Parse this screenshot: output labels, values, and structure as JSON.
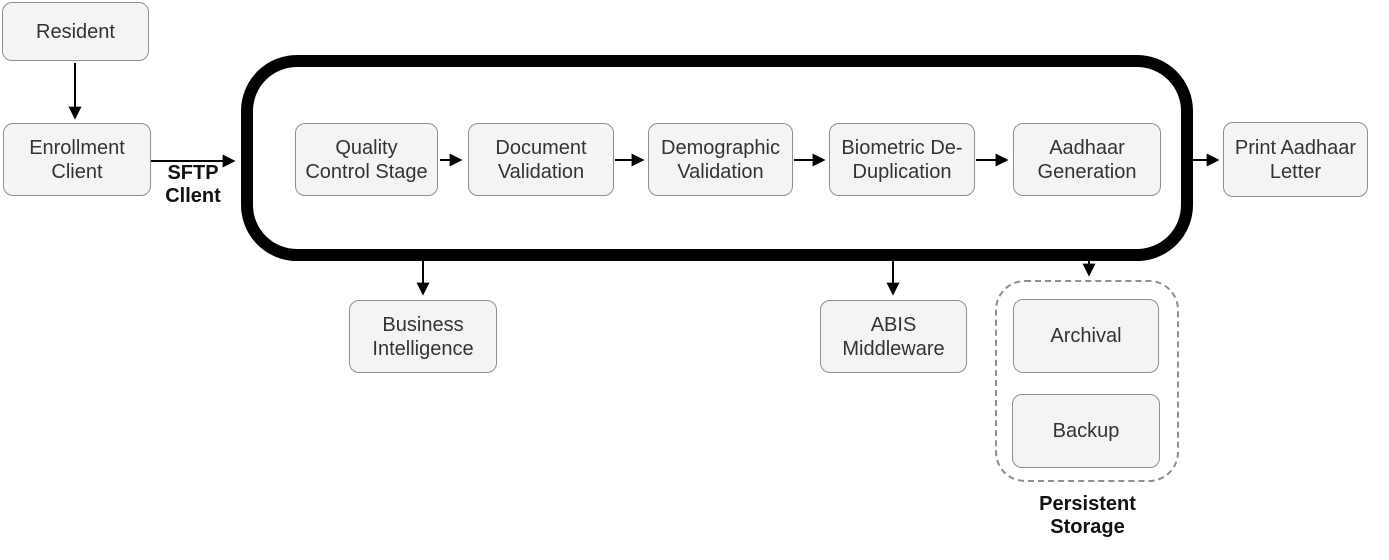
{
  "diagram": {
    "nodes": {
      "resident": "Resident",
      "enrollment_client": "Enrollment\nClient",
      "quality_control_stage": "Quality\nControl Stage",
      "document_validation": "Document\nValidation",
      "demographic_validation": "Demographic\nValidation",
      "biometric_de_duplication": "Biometric De-\nDuplication",
      "aadhaar_generation": "Aadhaar\nGeneration",
      "print_aadhaar_letter": "Print Aadhaar\nLetter",
      "business_intelligence": "Business\nIntelligence",
      "abis_middleware": "ABIS\nMiddleware",
      "archival": "Archival",
      "backup": "Backup"
    },
    "edge_labels": {
      "sftp_client": "SFTP\nCllent",
      "persistent_storage": "Persistent\nStorage"
    },
    "colors": {
      "background": "#ffffff",
      "node_fill": "#f4f4f4",
      "node_border": "#8f8f8f",
      "node_text": "#333333",
      "pipeline_container_border": "#000000",
      "storage_container_border": "#8f8f8f",
      "arrow": "#000000",
      "bold_label_text": "#111111"
    }
  }
}
